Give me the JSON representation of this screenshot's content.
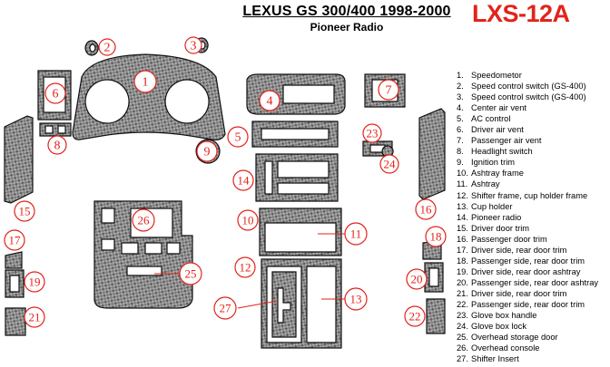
{
  "header": {
    "title": "LEXUS GS 300/400 1998-2000",
    "subtitle": "Pioneer Radio",
    "code": "LXS-12A"
  },
  "colors": {
    "callout": "#e2231a",
    "part_fill": "#8c8c8c",
    "part_stroke": "#111111"
  },
  "legend": [
    {
      "num": "1.",
      "label": "Speedometor"
    },
    {
      "num": "2.",
      "label": "Speed control switch (GS-400)"
    },
    {
      "num": "3.",
      "label": "Speed control switch (GS-400)"
    },
    {
      "num": "4.",
      "label": "Center air vent"
    },
    {
      "num": "5.",
      "label": "AC control"
    },
    {
      "num": "6.",
      "label": "Driver air vent"
    },
    {
      "num": "7.",
      "label": "Passenger air vent"
    },
    {
      "num": "8.",
      "label": "Headlight switch"
    },
    {
      "num": "9.",
      "label": "Ignition trim"
    },
    {
      "num": "10.",
      "label": "Ashtray frame"
    },
    {
      "num": "11.",
      "label": "Ashtray"
    },
    {
      "num": "12.",
      "label": "Shifter frame, cup holder frame"
    },
    {
      "num": "13.",
      "label": "Cup holder"
    },
    {
      "num": "14.",
      "label": "Pioneer radio"
    },
    {
      "num": "15.",
      "label": "Driver door trim"
    },
    {
      "num": "16.",
      "label": "Passenger door trim"
    },
    {
      "num": "17.",
      "label": "Driver side, rear door trim"
    },
    {
      "num": "18.",
      "label": "Passenger side, rear door trim"
    },
    {
      "num": "19.",
      "label": "Driver side, rear door ashtray"
    },
    {
      "num": "20.",
      "label": "Passenger side, rear door ashtray"
    },
    {
      "num": "21.",
      "label": "Driver side, rear door trim"
    },
    {
      "num": "22.",
      "label": "Passenger side, rear door trim"
    },
    {
      "num": "23.",
      "label": "Glove box handle"
    },
    {
      "num": "24.",
      "label": "Glove box lock"
    },
    {
      "num": "25.",
      "label": "Overhead storage door"
    },
    {
      "num": "26.",
      "label": "Overhead console"
    },
    {
      "num": "27.",
      "label": "Shifter Insert"
    }
  ],
  "callouts": [
    {
      "id": "1",
      "label": "1"
    },
    {
      "id": "2",
      "label": "2"
    },
    {
      "id": "3",
      "label": "3"
    },
    {
      "id": "4",
      "label": "4"
    },
    {
      "id": "5",
      "label": "5"
    },
    {
      "id": "6",
      "label": "6"
    },
    {
      "id": "7",
      "label": "7"
    },
    {
      "id": "8",
      "label": "8"
    },
    {
      "id": "9",
      "label": "9"
    },
    {
      "id": "10",
      "label": "10"
    },
    {
      "id": "11",
      "label": "11"
    },
    {
      "id": "12",
      "label": "12"
    },
    {
      "id": "13",
      "label": "13"
    },
    {
      "id": "14",
      "label": "14"
    },
    {
      "id": "15",
      "label": "15"
    },
    {
      "id": "16",
      "label": "16"
    },
    {
      "id": "17",
      "label": "17"
    },
    {
      "id": "18",
      "label": "18"
    },
    {
      "id": "19",
      "label": "19"
    },
    {
      "id": "20",
      "label": "20"
    },
    {
      "id": "21",
      "label": "21"
    },
    {
      "id": "22",
      "label": "22"
    },
    {
      "id": "23",
      "label": "23"
    },
    {
      "id": "24",
      "label": "24"
    },
    {
      "id": "25",
      "label": "25"
    },
    {
      "id": "26",
      "label": "26"
    },
    {
      "id": "27",
      "label": "27"
    }
  ]
}
